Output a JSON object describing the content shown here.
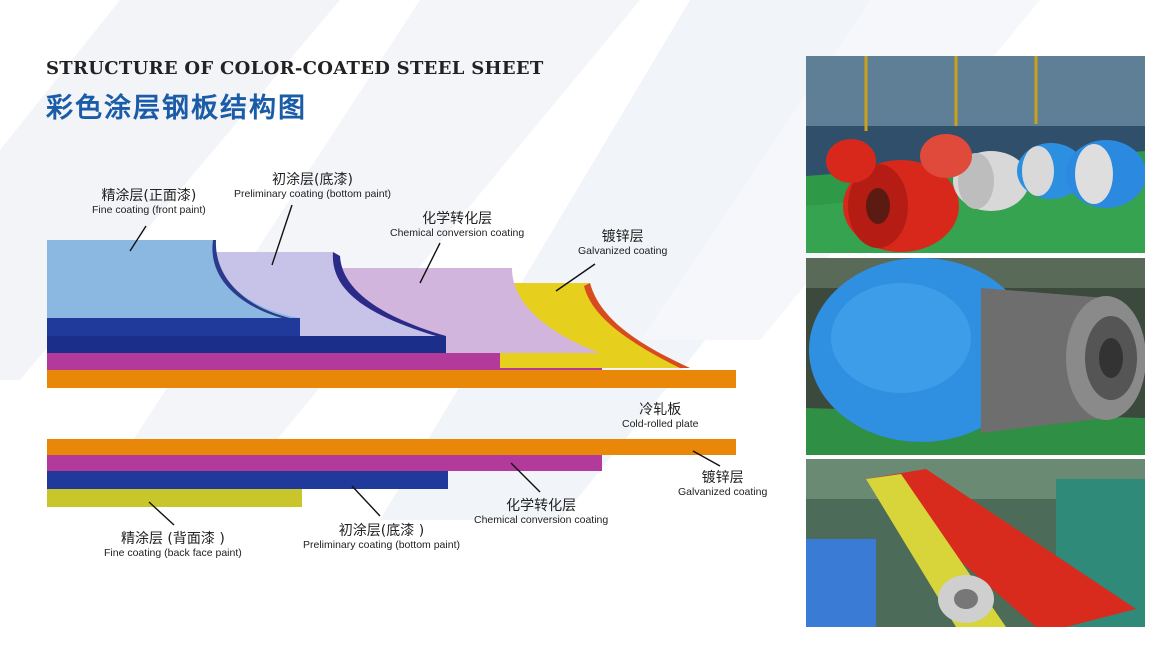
{
  "title_en": "STRUCTURE OF COLOR-COATED STEEL SHEET",
  "title_cn": "彩色涂层钢板结构图",
  "labels": {
    "fine_front_cn": "精涂层(正面漆)",
    "fine_front_en": "Fine coating (front paint)",
    "prelim_top_cn": "初涂层(底漆)",
    "prelim_top_en": "Preliminary coating (bottom paint)",
    "chem_top_cn": "化学转化层",
    "chem_top_en": "Chemical conversion coating",
    "galv_top_cn": "镀锌层",
    "galv_top_en": "Galvanized coating",
    "cold_cn": "冷轧板",
    "cold_en": "Cold-rolled plate",
    "galv_bot_cn": "镀锌层",
    "galv_bot_en": "Galvanized coating",
    "chem_bot_cn": "化学转化层",
    "chem_bot_en": "Chemical conversion coating",
    "prelim_bot_cn": "初涂层(底漆 )",
    "prelim_bot_en": "Preliminary coating (bottom paint)",
    "fine_back_cn": "精涂层 (背面漆 )",
    "fine_back_en": "Fine coating (back face paint)"
  },
  "colors": {
    "fine_front": "#8ab8e0",
    "fine_front_edge": "#2a3a8c",
    "prelim": "#c7c3e8",
    "prelim_edge": "#2b2a88",
    "chem_top": "#d1b5dd",
    "galv_top": "#e7cf1e",
    "galv_edge": "#d84a1f",
    "navy": "#1f3a9a",
    "navy_dark": "#1b2f8a",
    "magenta": "#b13a9a",
    "orange": "#e88708",
    "olive": "#c8c62a",
    "title_cn": "#1a5ca8"
  }
}
